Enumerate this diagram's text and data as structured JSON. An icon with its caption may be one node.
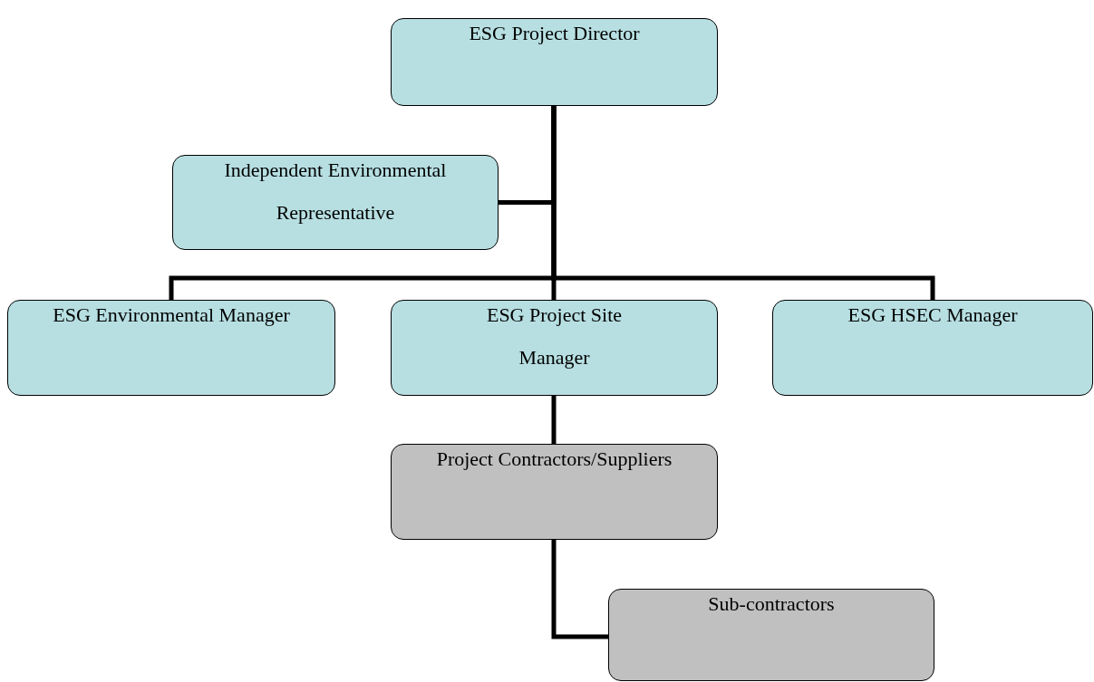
{
  "diagram": {
    "nodes": [
      {
        "text": [
          "ESG Project Director"
        ]
      },
      {
        "text": [
          "Independent Environmental Representative"
        ]
      },
      {
        "text": [
          "ESG Environmental Manager"
        ]
      },
      {
        "text": [
          "ESG Project Site Manager"
        ]
      },
      {
        "text": [
          "ESG HSEC Manager"
        ]
      },
      {
        "text": [
          "Project Contractors/Suppliers"
        ]
      },
      {
        "text": [
          "Sub-contractors"
        ]
      }
    ],
    "edges": [
      {
        "from": 0,
        "to": 1,
        "arrow": "none"
      },
      {
        "from": 0,
        "to": 2,
        "arrow": "none"
      },
      {
        "from": 0,
        "to": 3,
        "arrow": "none"
      },
      {
        "from": 0,
        "to": 4,
        "arrow": "none"
      },
      {
        "from": 3,
        "to": 5,
        "arrow": "none"
      },
      {
        "from": 5,
        "to": 6,
        "arrow": "none"
      }
    ]
  }
}
